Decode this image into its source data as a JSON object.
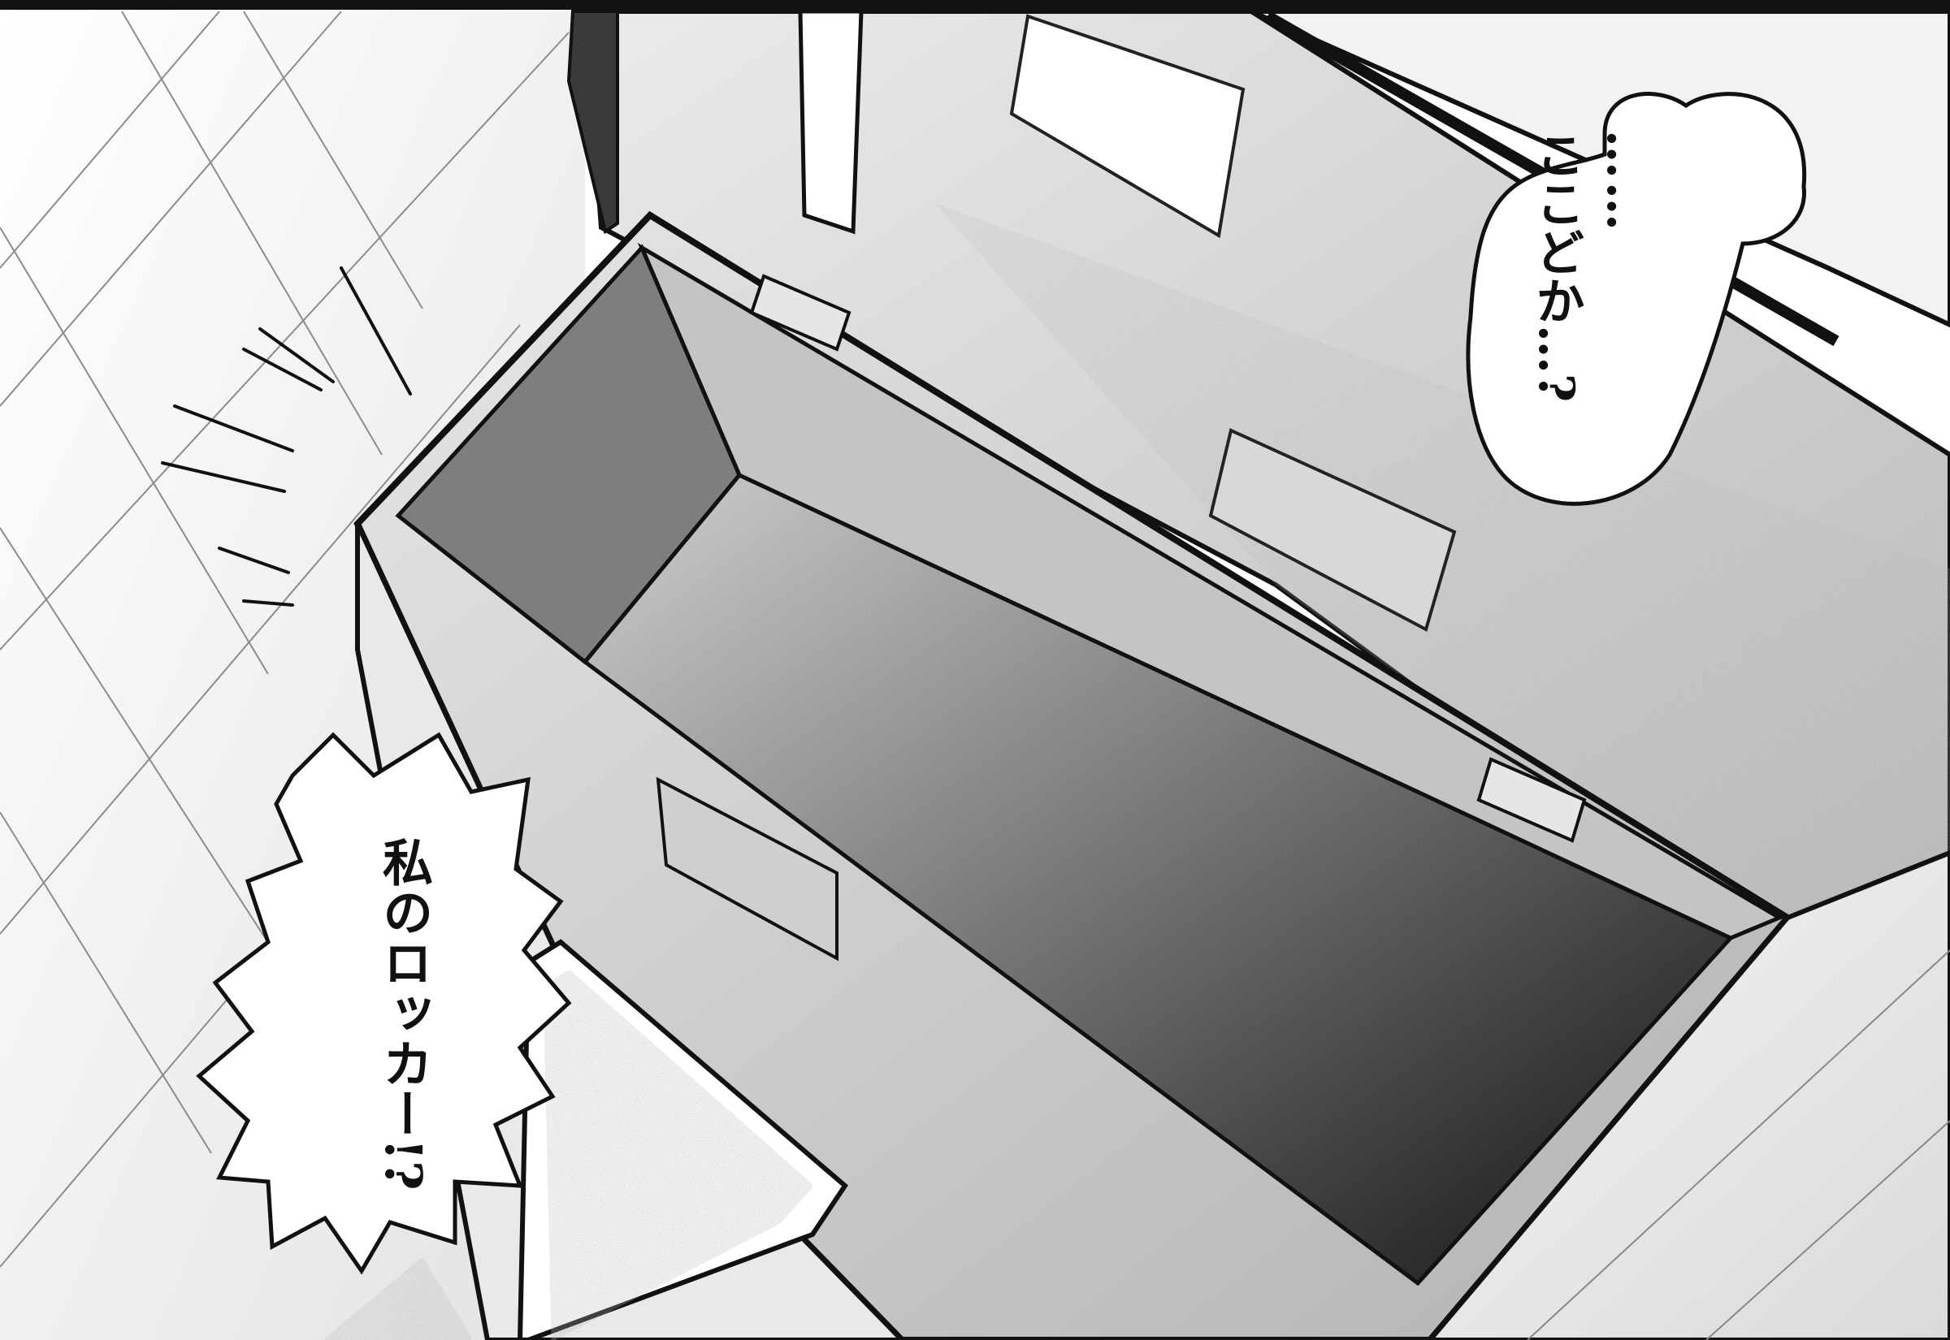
{
  "panel": {
    "type": "manga-panel",
    "scene": "open locker lid seen from above",
    "colors": {
      "ink": "#111111",
      "paper": "#ffffff",
      "tone_light": "#d6d6d6",
      "tone_mid": "#a9a9a9",
      "tone_dark": "#5a5a5a",
      "tone_deep": "#1c1c1c"
    }
  },
  "speech": {
    "thought_line1": "……",
    "thought_line2": "ここどか…?",
    "shout": "私のロッカー!?"
  }
}
